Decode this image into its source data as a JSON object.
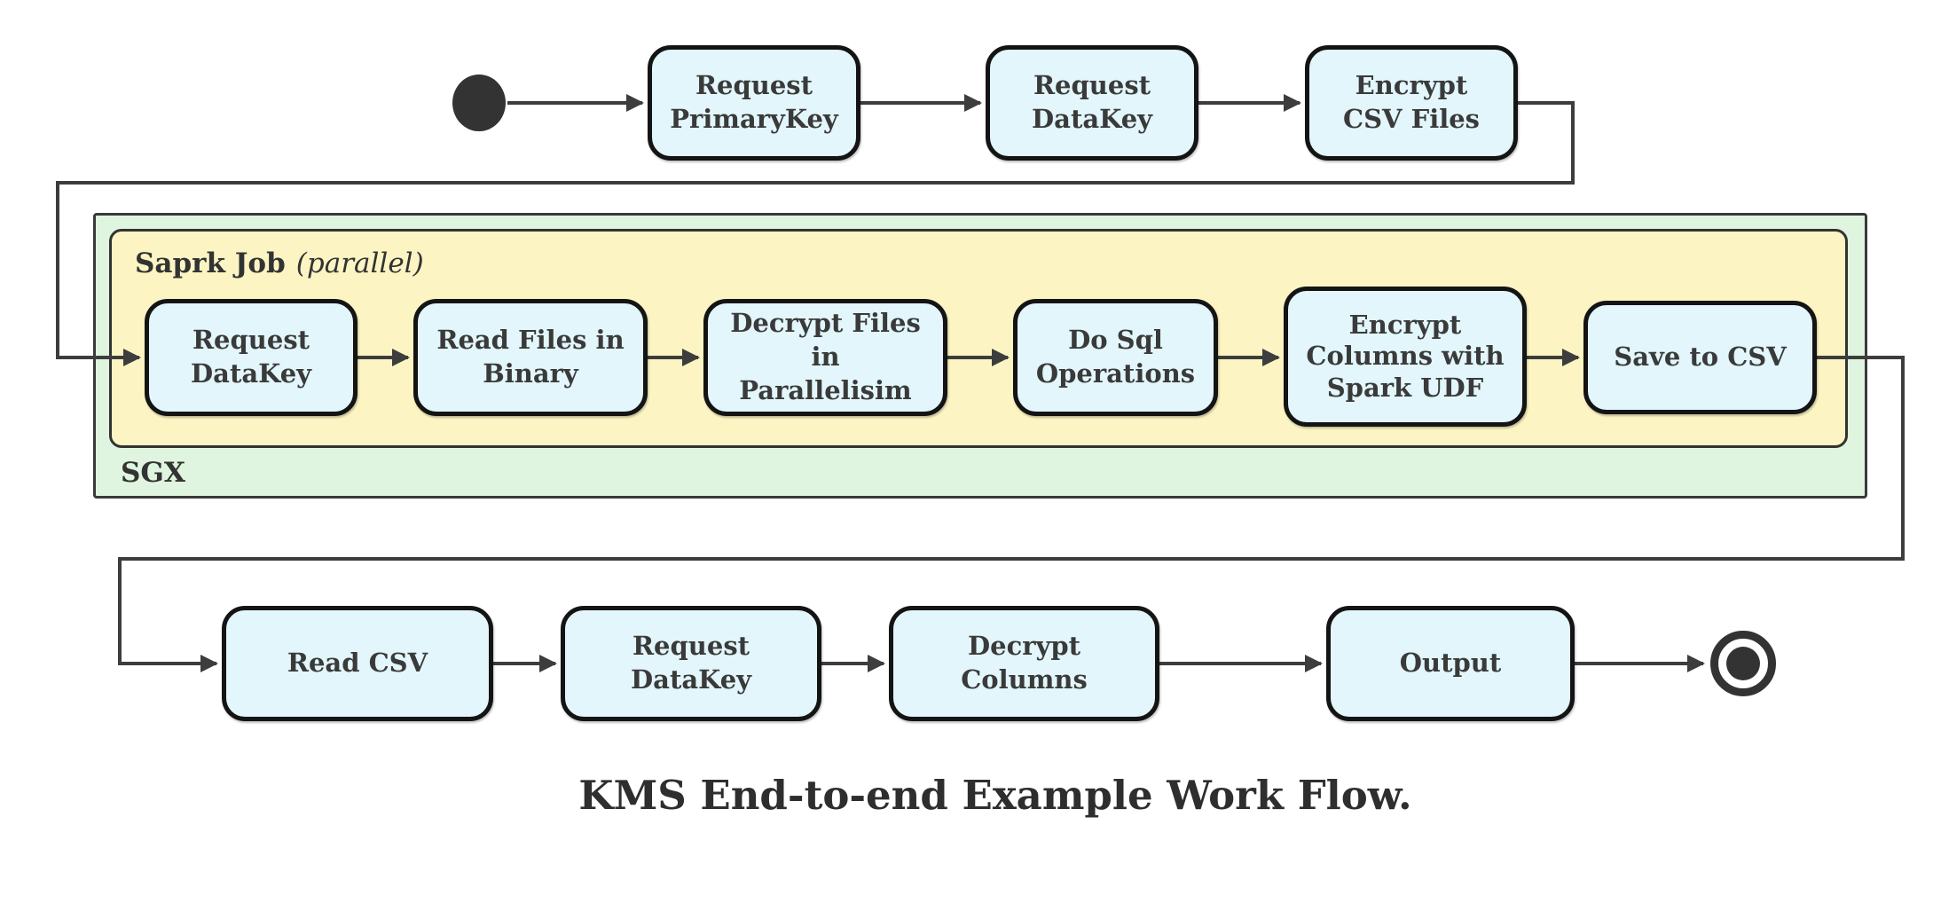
{
  "diagram": {
    "caption": "KMS End-to-end Example Work Flow.",
    "sgx_container": {
      "label": "SGX"
    },
    "spark_container": {
      "label": "Saprk Job",
      "modifier": "(parallel)"
    },
    "top_row": [
      {
        "label": "Request\nPrimaryKey"
      },
      {
        "label": "Request\nDataKey"
      },
      {
        "label": "Encrypt\nCSV Files"
      }
    ],
    "spark_row": [
      {
        "label": "Request\nDataKey"
      },
      {
        "label": "Read Files in\nBinary"
      },
      {
        "label": "Decrypt Files in\nParallelisim"
      },
      {
        "label": "Do Sql\nOperations"
      },
      {
        "label": "Encrypt\nColumns with\nSpark UDF"
      },
      {
        "label": "Save to CSV"
      }
    ],
    "bottom_row": [
      {
        "label": "Read CSV"
      },
      {
        "label": "Request DataKey"
      },
      {
        "label": "Decrypt Columns"
      },
      {
        "label": "Output"
      }
    ],
    "flow_edges": [
      {
        "from": "start",
        "to": "Request PrimaryKey"
      },
      {
        "from": "Request PrimaryKey",
        "to": "Request DataKey"
      },
      {
        "from": "Request DataKey",
        "to": "Encrypt CSV Files"
      },
      {
        "from": "Encrypt CSV Files",
        "to": "SGX / Saprk Job : Request DataKey"
      },
      {
        "from": "SGX / Saprk Job : Request DataKey",
        "to": "Read Files in Binary"
      },
      {
        "from": "Read Files in Binary",
        "to": "Decrypt Files in Parallelisim"
      },
      {
        "from": "Decrypt Files in Parallelisim",
        "to": "Do Sql Operations"
      },
      {
        "from": "Do Sql Operations",
        "to": "Encrypt Columns with Spark UDF"
      },
      {
        "from": "Encrypt Columns with Spark UDF",
        "to": "Save to CSV"
      },
      {
        "from": "Save to CSV",
        "to": "Read CSV"
      },
      {
        "from": "Read CSV",
        "to": "Request DataKey (client)"
      },
      {
        "from": "Request DataKey (client)",
        "to": "Decrypt Columns"
      },
      {
        "from": "Decrypt Columns",
        "to": "Output"
      },
      {
        "from": "Output",
        "to": "end"
      }
    ],
    "colors": {
      "node_fill": "#e2f6fb",
      "node_border": "#141414",
      "sgx_fill": "#dff5df",
      "spark_fill": "#fcf5c3",
      "edge": "#3d3d3d",
      "text": "#3a3a3a"
    }
  }
}
